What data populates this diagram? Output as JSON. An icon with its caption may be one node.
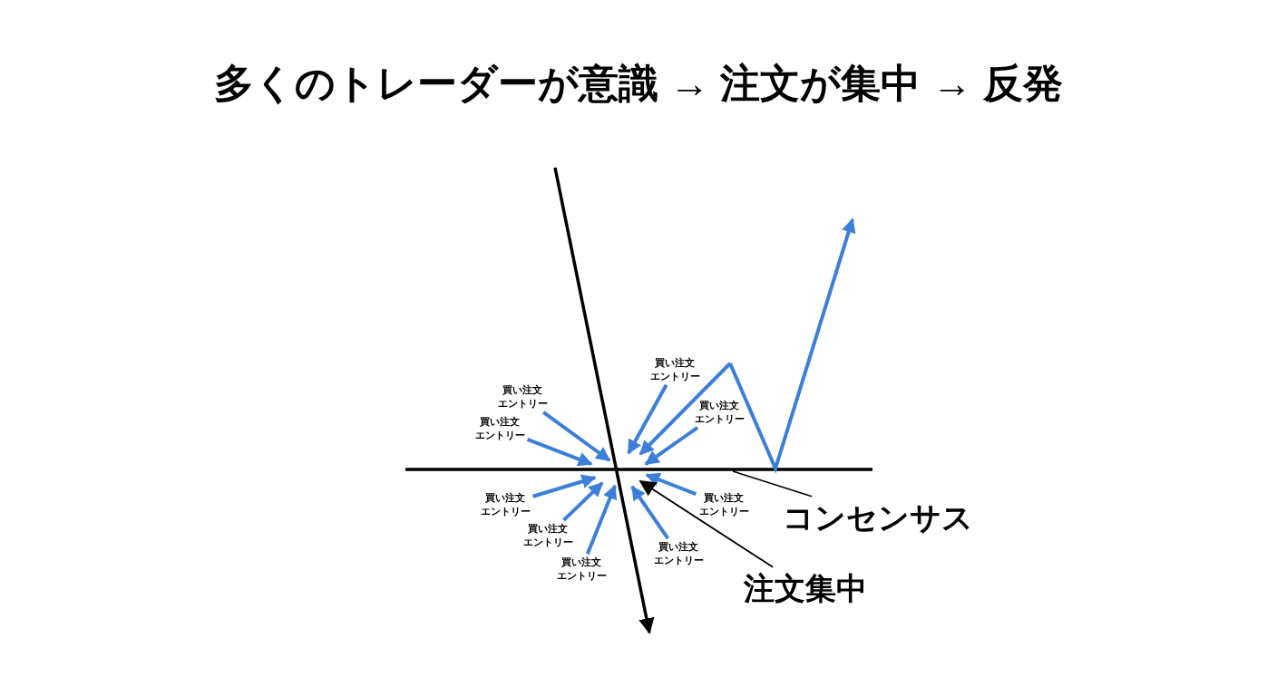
{
  "diagram": {
    "title": "多くのトレーダーが意識 → 注文が集中 → 反発",
    "nodes": [
      {
        "text": [
          "買い注文エントリー"
        ]
      },
      {
        "text": [
          "買い注文エントリー"
        ]
      },
      {
        "text": [
          "買い注文エントリー"
        ]
      },
      {
        "text": [
          "買い注文エントリー"
        ]
      },
      {
        "text": [
          "買い注文エントリー"
        ]
      },
      {
        "text": [
          "買い注文エントリー"
        ]
      },
      {
        "text": [
          "買い注文エントリー"
        ]
      },
      {
        "text": [
          "買い注文エントリー"
        ]
      },
      {
        "text": [
          "買い注文エントリー"
        ]
      },
      {
        "text": [
          "コンセンサス"
        ]
      },
      {
        "text": [
          "注文集中"
        ]
      },
      {
        "text": [],
        "shape": "line"
      }
    ],
    "edges": [
      {
        "from": 0,
        "to": 11,
        "arrow": "to"
      },
      {
        "from": 1,
        "to": 11,
        "arrow": "to"
      },
      {
        "from": 2,
        "to": 11,
        "arrow": "to"
      },
      {
        "from": 3,
        "to": 11,
        "arrow": "to"
      },
      {
        "from": 4,
        "to": 11,
        "arrow": "to"
      },
      {
        "from": 5,
        "to": 11,
        "arrow": "to"
      },
      {
        "from": 6,
        "to": 11,
        "arrow": "to"
      },
      {
        "from": 7,
        "to": 11,
        "arrow": "to"
      },
      {
        "from": 8,
        "to": 11,
        "arrow": "to"
      },
      {
        "from": 10,
        "to": 11,
        "arrow": "to",
        "color": "#000000"
      },
      {
        "from": 9,
        "to": 11,
        "arrow": "none",
        "color": "#000000"
      }
    ]
  }
}
